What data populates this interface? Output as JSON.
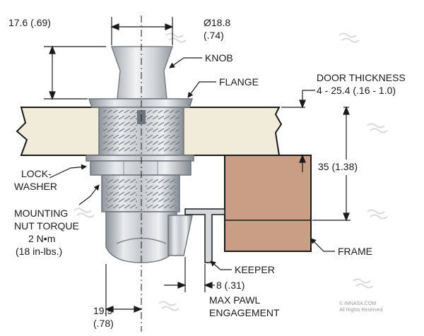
{
  "labels": {
    "dim_knob_height": "17.6 (.69)",
    "dim_knob_dia_1": "Ø18.8",
    "dim_knob_dia_2": "(.74)",
    "knob": "KNOB",
    "flange": "FLANGE",
    "door_thickness_1": "DOOR THICKNESS",
    "door_thickness_2": "4 - 25.4 (.16 - 1.0)",
    "dim_frame": "35 (1.38)",
    "lockwasher_1": "LOCK-",
    "lockwasher_2": "WASHER",
    "mounting_1": "MOUNTING",
    "mounting_2": "NUT TORQUE",
    "mounting_3": "2 N•m",
    "mounting_4": "(18 in-lbs.)",
    "frame": "FRAME",
    "keeper": "KEEPER",
    "dim_pawl": "8 (.31)",
    "pawl_1": "MAX PAWL",
    "pawl_2": "ENGAGEMENT",
    "dim_body_1": "19.9",
    "dim_body_2": "(.78)"
  },
  "watermark": {
    "line1": "© IMNASA.COM",
    "line2": "All Rights Reserved"
  },
  "colors": {
    "door": "#f1ecd9",
    "frame": "#c99e84",
    "metal_light": "#e6e8eb",
    "metal_mid": "#b6bbc1",
    "metal_dark": "#7e848b",
    "line": "#1a1a1a"
  }
}
